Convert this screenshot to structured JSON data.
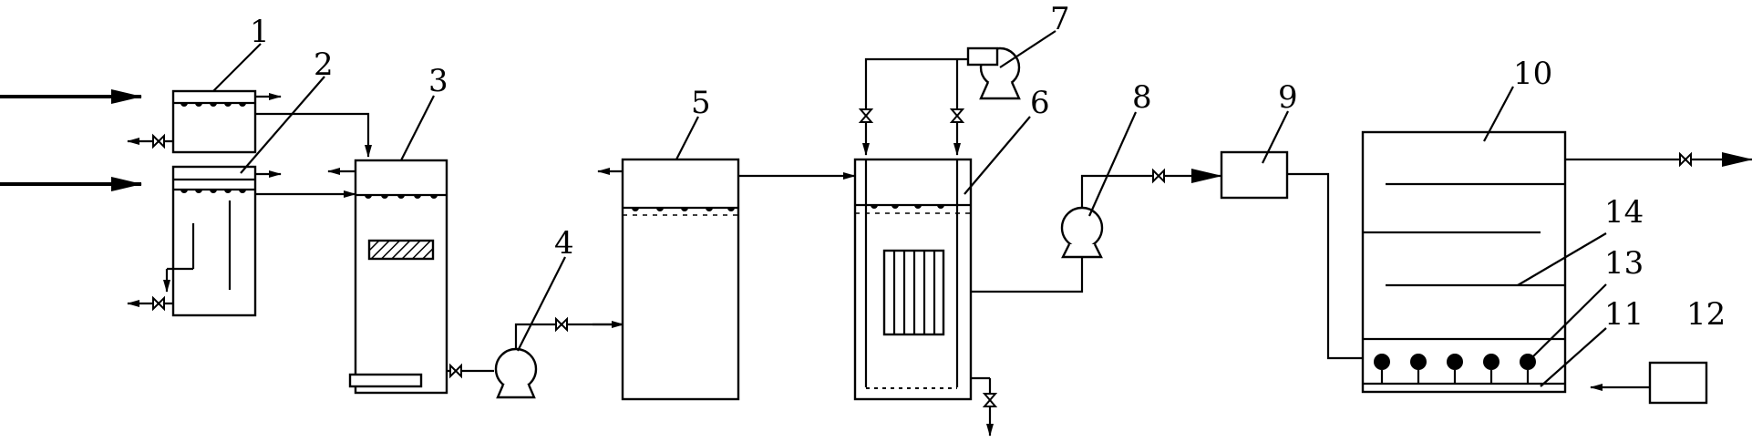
{
  "diagram": {
    "type": "process-flow-schematic",
    "labels": [
      "1",
      "2",
      "3",
      "4",
      "5",
      "6",
      "7",
      "8",
      "9",
      "10",
      "11",
      "12",
      "13",
      "14"
    ]
  }
}
